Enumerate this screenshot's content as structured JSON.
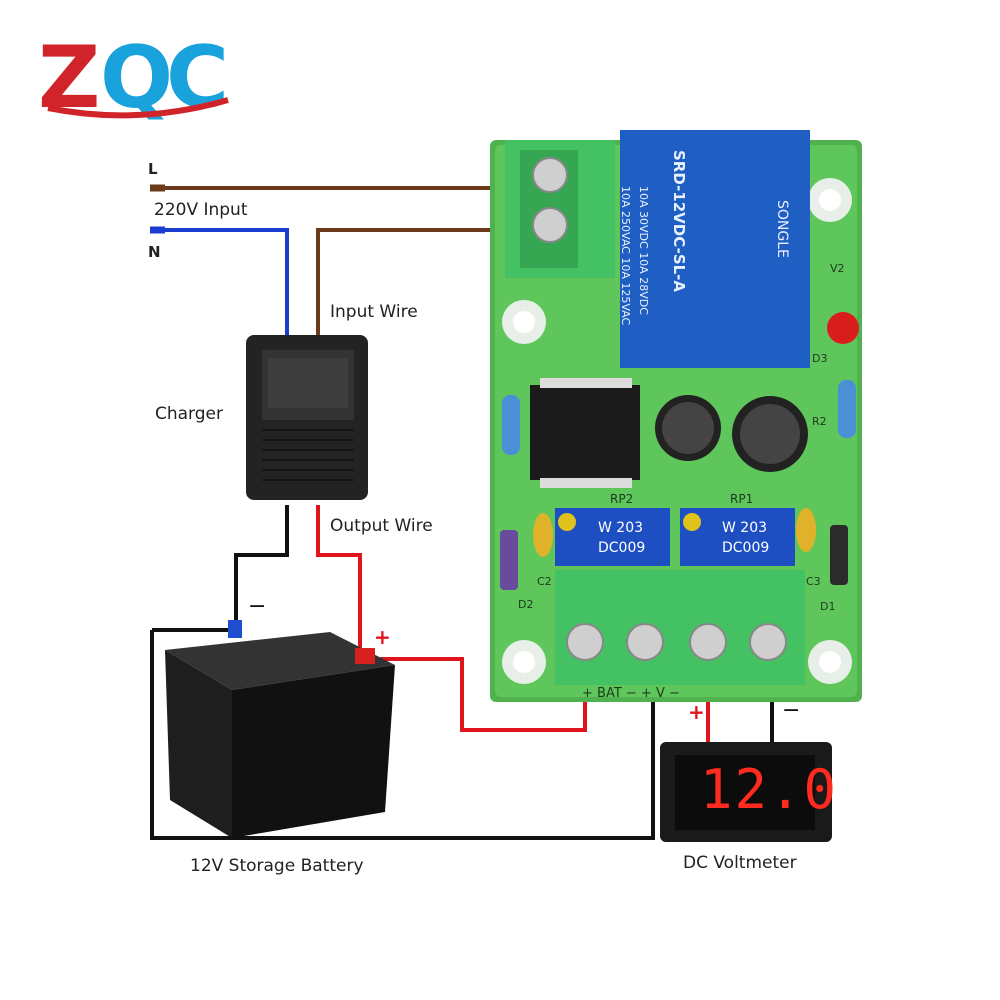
{
  "logo": {
    "text_z": "Z",
    "text_q": "Q",
    "text_c": "C",
    "red": "#d1232a",
    "blue": "#1aa2dc"
  },
  "labels": {
    "line_l": "L",
    "line_n": "N",
    "input_220v": "220V Input",
    "input_wire": "Input Wire",
    "charger": "Charger",
    "output_wire": "Output Wire",
    "battery": "12V Storage Battery",
    "voltmeter": "DC Voltmeter",
    "bat_minus": "−",
    "bat_plus": "+",
    "vm_plus": "+",
    "vm_minus": "−"
  },
  "board": {
    "relay_lines": [
      "10A 250VAC  10A 125VAC",
      "10A 30VDC  10A 28VDC",
      "SRD-12VDC-SL-A"
    ],
    "relay_brand": "SONGLE",
    "pot1_label": "RP2",
    "pot2_label": "RP1",
    "pot_text_1": "W 203",
    "pot_text_2": "DC009",
    "terminal_label": "+ BAT −   + V −",
    "silk": [
      "D3",
      "R2",
      "C2",
      "C3",
      "D2",
      "D1",
      "V2"
    ]
  },
  "voltmeter_reading": "12.0",
  "colors": {
    "wire_brown": "#6b3b1c",
    "wire_blue": "#1a3fd0",
    "wire_red": "#e0141c",
    "wire_black": "#111111",
    "pcb": "#4fb24f",
    "relay": "#1f5fc4",
    "terminal": "#43c163"
  }
}
